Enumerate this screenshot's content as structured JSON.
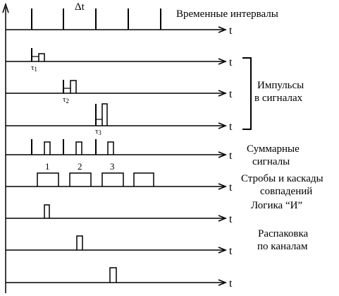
{
  "diagram": {
    "interval_symbol": "Δt",
    "axis_symbol": "t",
    "labels": {
      "intervals": "Временные интервалы",
      "pulses_line1": "Импульсы",
      "pulses_line2": "в сигналах",
      "sum_line1": "Суммарные",
      "sum_line2": "сигналы",
      "strobes_line1": "Стробы и каскады",
      "strobes_line2": "совпадений",
      "logic": "Логика “И”",
      "unpack_line1": "Распаковка",
      "unpack_line2": "по каналам"
    },
    "tau": [
      {
        "sym": "τ",
        "sub": "1"
      },
      {
        "sym": "τ",
        "sub": "2"
      },
      {
        "sym": "τ",
        "sub": "3"
      }
    ],
    "strobe_numbers": [
      "1",
      "2",
      "3"
    ]
  }
}
